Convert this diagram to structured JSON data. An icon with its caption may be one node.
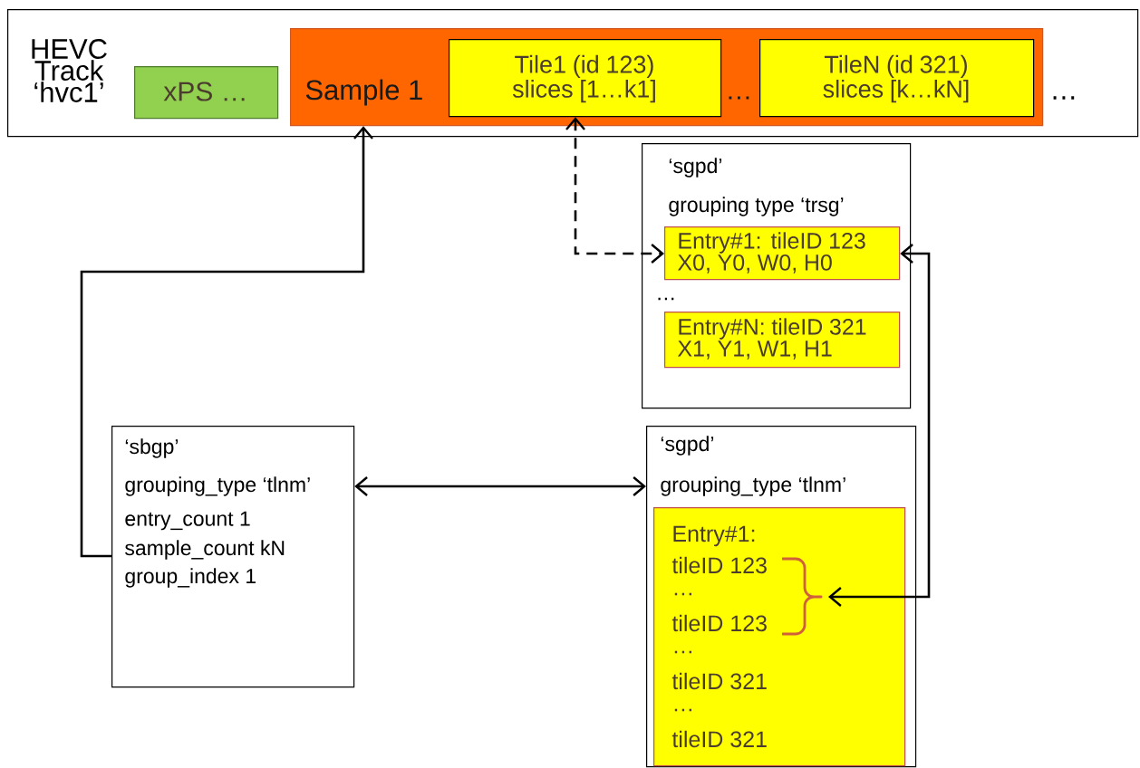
{
  "diagram": {
    "nodes": [
      {
        "text": [
          "HEVC Track ‘hvc1’",
          "…"
        ]
      },
      {
        "text": [
          "xPS …"
        ],
        "in": 0
      },
      {
        "text": [
          "Sample 1",
          "…"
        ],
        "in": 0
      },
      {
        "text": [
          "Tile1 (id 123) slices [1…k1]"
        ],
        "in": 2
      },
      {
        "text": [
          "TileN (id 321) slices [k…kN]"
        ],
        "in": 2
      },
      {
        "text": [
          "‘sgpd’",
          "grouping type ‘trsg’",
          "…"
        ]
      },
      {
        "text": [
          "Entry#1: tileID 123 X0, Y0, W0, H0"
        ],
        "in": 5
      },
      {
        "text": [
          "Entry#N: tileID 321 X1, Y1, W1, H1"
        ],
        "in": 5
      },
      {
        "text": [
          "‘sbgp’",
          "grouping_type ‘tlnm’",
          "entry_count 1",
          "sample_count kN",
          "group_index 1"
        ]
      },
      {
        "text": [
          "‘sgpd’",
          "grouping_type ‘tlnm’"
        ]
      },
      {
        "text": [
          "Entry#1:",
          "tileID 123",
          "…",
          "tileID 123",
          "…",
          "tileID 321",
          "…",
          "tileID 321"
        ],
        "in": 9
      }
    ],
    "edges": [
      {
        "from": 8,
        "to": 2,
        "arrow": "to"
      },
      {
        "from": 8,
        "to": 9,
        "arrow": "both"
      },
      {
        "from": 3,
        "to": 6,
        "arrow": "both",
        "style": "dashed"
      },
      {
        "from": 6,
        "to": 10,
        "arrow": "both"
      }
    ]
  }
}
